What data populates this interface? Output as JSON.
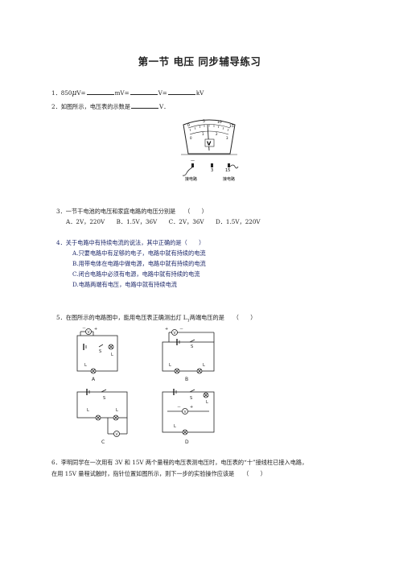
{
  "title": "第一节 电压 同步辅导练习",
  "q1": {
    "num": "1．850",
    "mu": "μ",
    "u1": "V=",
    "u2": "mV=",
    "u3": "V=",
    "u4": "kV"
  },
  "q2": {
    "text_a": "2．如图所示，电压表的示数是",
    "text_b": "V．"
  },
  "meter": {
    "scale_top": [
      "0",
      "5",
      "10",
      "15"
    ],
    "scale_bottom": [
      "0",
      "1",
      "2",
      "3"
    ],
    "symbol": "V",
    "terminals": [
      "—",
      "3",
      "15"
    ],
    "label_left": "接电路",
    "label_right": "接电路"
  },
  "q3": {
    "text": "3．一节干电池的电压和家庭电路的电压分别是　　（　　）",
    "options": "A．2V，220V　　B．1.5V，36V　　C．2V，36V　　D．1.5V，220V"
  },
  "q4": {
    "text": "4．关于电路中有持续电流的说法，其中正确的是（　　）",
    "a": "A.只要电路中有足够的电子，电路中就有持续的电流",
    "b": "B.用带电体在电路中做电源，电路中就有持续的电流",
    "c": "C.闭合电路中必须有电源，电路中就有持续的电流",
    "d": "D.电路两端有电压，电路中就有持续电流"
  },
  "q5": {
    "text_a": "5．在图所示的电路图中，能用电压表正确测出灯 L",
    "sub": "1",
    "text_b": "两端电压的是　　（　　）",
    "circuit_labels": {
      "a": "A",
      "b": "B",
      "c": "C",
      "d": "D",
      "s": "S",
      "l1": "L",
      "l2": "L",
      "v": "V",
      "plus": "+",
      "minus": "－"
    }
  },
  "q6": {
    "line1": "6．李明同学在一次用有 3V 和 15V 两个量程的电压表测电压时，电压表的“十”接线柱已接入电路，",
    "line2": "在用 15V 量程试触时，指针位置如图所示，则下一步的实验操作应该是　　（　　）"
  }
}
